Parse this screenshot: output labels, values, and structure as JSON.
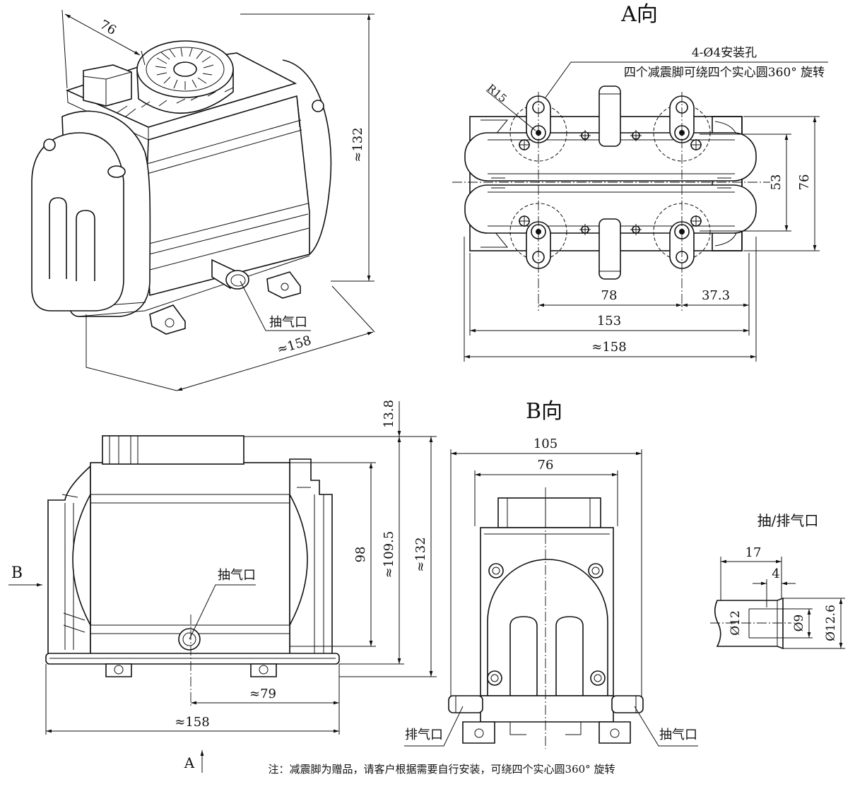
{
  "iso_view": {
    "dim_width": "76",
    "dim_height": "≈132",
    "dim_length": "≈158",
    "port_label": "抽气口"
  },
  "view_a": {
    "title": "A向",
    "hole_spec": "4-Ø4安装孔",
    "hole_note": "四个减震脚可绕四个实心圆360° 旋转",
    "radius": "R15",
    "dim_53": "53",
    "dim_76": "76",
    "dim_78": "78",
    "dim_37_3": "37.3",
    "dim_153": "153",
    "dim_158": "≈158"
  },
  "front_view": {
    "dim_13_8": "13.8",
    "dim_98": "98",
    "dim_109_5": "≈109.5",
    "dim_132": "≈132",
    "marker_b": "B",
    "port_label": "抽气口",
    "dim_79": "≈79",
    "dim_158": "≈158",
    "marker_a": "A"
  },
  "view_b": {
    "title": "B向",
    "dim_105": "105",
    "dim_76": "76",
    "exhaust_label": "排气口",
    "intake_label": "抽气口"
  },
  "port_detail": {
    "title": "抽/排气口",
    "dim_17": "17",
    "dim_4": "4",
    "dia_outer": "Ø12",
    "dia_inner": "Ø9",
    "dia_flange": "Ø12.6"
  },
  "note": "注：减震脚为赠品，请客户根据需要自行安装，可绕四个实心圆360° 旋转"
}
